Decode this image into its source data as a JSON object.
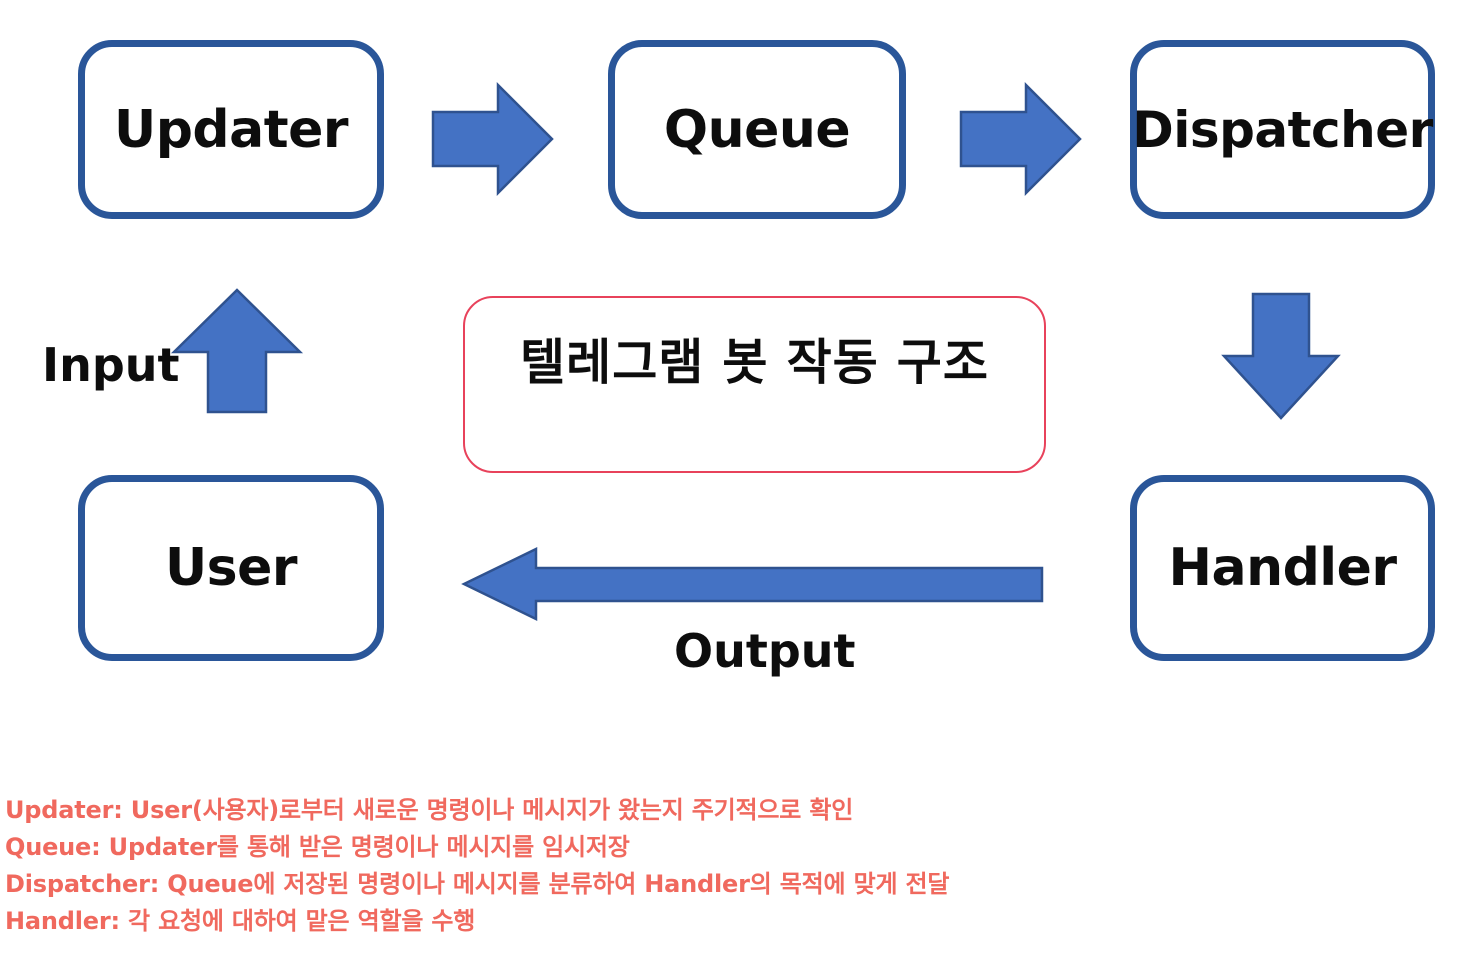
{
  "diagram": {
    "title": "텔레그램 봇 작동 구조",
    "nodes": [
      {
        "id": "updater",
        "label": "Updater"
      },
      {
        "id": "queue",
        "label": "Queue"
      },
      {
        "id": "dispatcher",
        "label": "Dispatcher"
      },
      {
        "id": "user",
        "label": "User"
      },
      {
        "id": "handler",
        "label": "Handler"
      }
    ],
    "edges": [
      {
        "id": "updater-queue",
        "from": "Updater",
        "to": "Queue",
        "label": "",
        "direction": "right",
        "style": "block-arrow"
      },
      {
        "id": "queue-dispatcher",
        "from": "Queue",
        "to": "Dispatcher",
        "label": "",
        "direction": "right",
        "style": "block-arrow"
      },
      {
        "id": "dispatcher-handler",
        "from": "Dispatcher",
        "to": "Handler",
        "label": "",
        "direction": "down",
        "style": "block-arrow"
      },
      {
        "id": "user-updater",
        "from": "User",
        "to": "Updater",
        "label": "Input",
        "direction": "up",
        "style": "block-arrow"
      },
      {
        "id": "handler-user",
        "from": "Handler",
        "to": "User",
        "label": "Output",
        "direction": "left",
        "style": "long-arrow"
      }
    ],
    "edge_labels": {
      "input": "Input",
      "output": "Output"
    },
    "legend": [
      "Updater: User(사용자)로부터 새로운 명령이나 메시지가 왔는지 주기적으로 확인",
      "Queue: Updater를 통해 받은 명령이나 메시지를 임시저장",
      "Dispatcher: Queue에 저장된 명령이나 메시지를 분류하여 Handler의 목적에 맞게 전달",
      "Handler: 각 요청에 대하여 맡은 역할을 수행"
    ],
    "colors": {
      "node_border": "#2a5699",
      "arrow_fill": "#4472c4",
      "arrow_stroke": "#2f528f",
      "callout_border": "#e8425b",
      "legend_text": "#f0695e",
      "node_text": "#0d0d0d",
      "background": "#ffffff"
    }
  }
}
